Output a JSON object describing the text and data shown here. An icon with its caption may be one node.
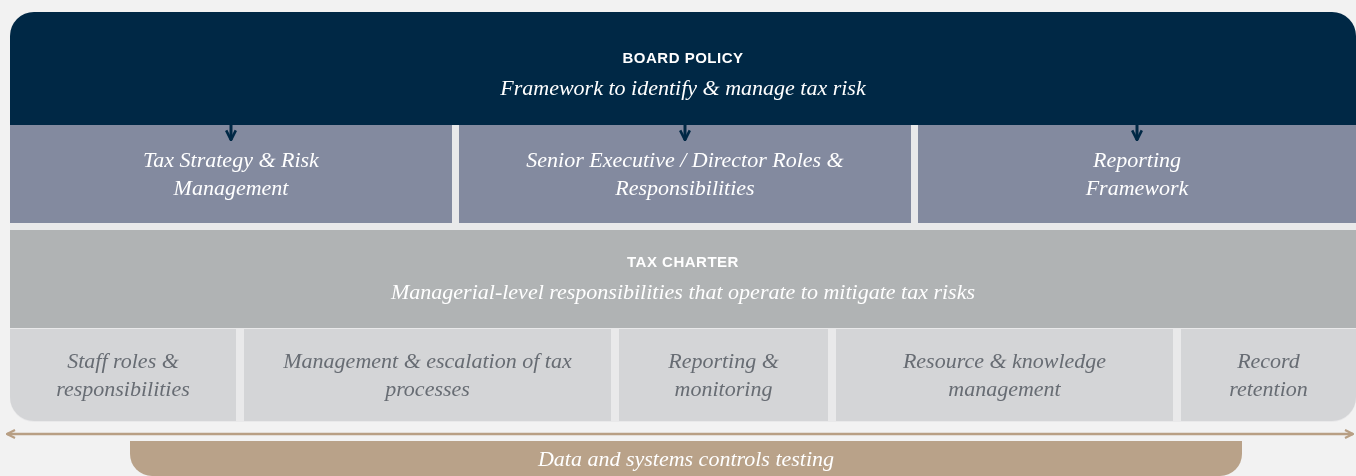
{
  "diagram": {
    "nodes": [
      {
        "text": [
          "BOARD POLICY",
          "Framework to identify & manage tax risk"
        ]
      },
      {
        "text": [
          "Tax Strategy & Risk Management"
        ]
      },
      {
        "text": [
          "Senior Executive / Director Roles & Responsibilities"
        ]
      },
      {
        "text": [
          "Reporting Framework"
        ]
      },
      {
        "text": [
          "TAX CHARTER",
          "Managerial-level responsibilities that operate to mitigate tax risks"
        ]
      },
      {
        "text": [
          "Staff roles & responsibilities"
        ]
      },
      {
        "text": [
          "Management & escalation of tax processes"
        ]
      },
      {
        "text": [
          "Reporting & monitoring"
        ]
      },
      {
        "text": [
          "Resource & knowledge management"
        ]
      },
      {
        "text": [
          "Record retention"
        ]
      },
      {
        "text": [
          "Data and systems controls testing"
        ]
      }
    ],
    "edges": [
      {
        "from": 0,
        "to": 1,
        "arrow": "to"
      },
      {
        "from": 0,
        "to": 2,
        "arrow": "to"
      },
      {
        "from": 0,
        "to": 3,
        "arrow": "to"
      },
      {
        "from": 5,
        "to": 9,
        "arrow": "both",
        "color": "#b89f84"
      }
    ]
  }
}
